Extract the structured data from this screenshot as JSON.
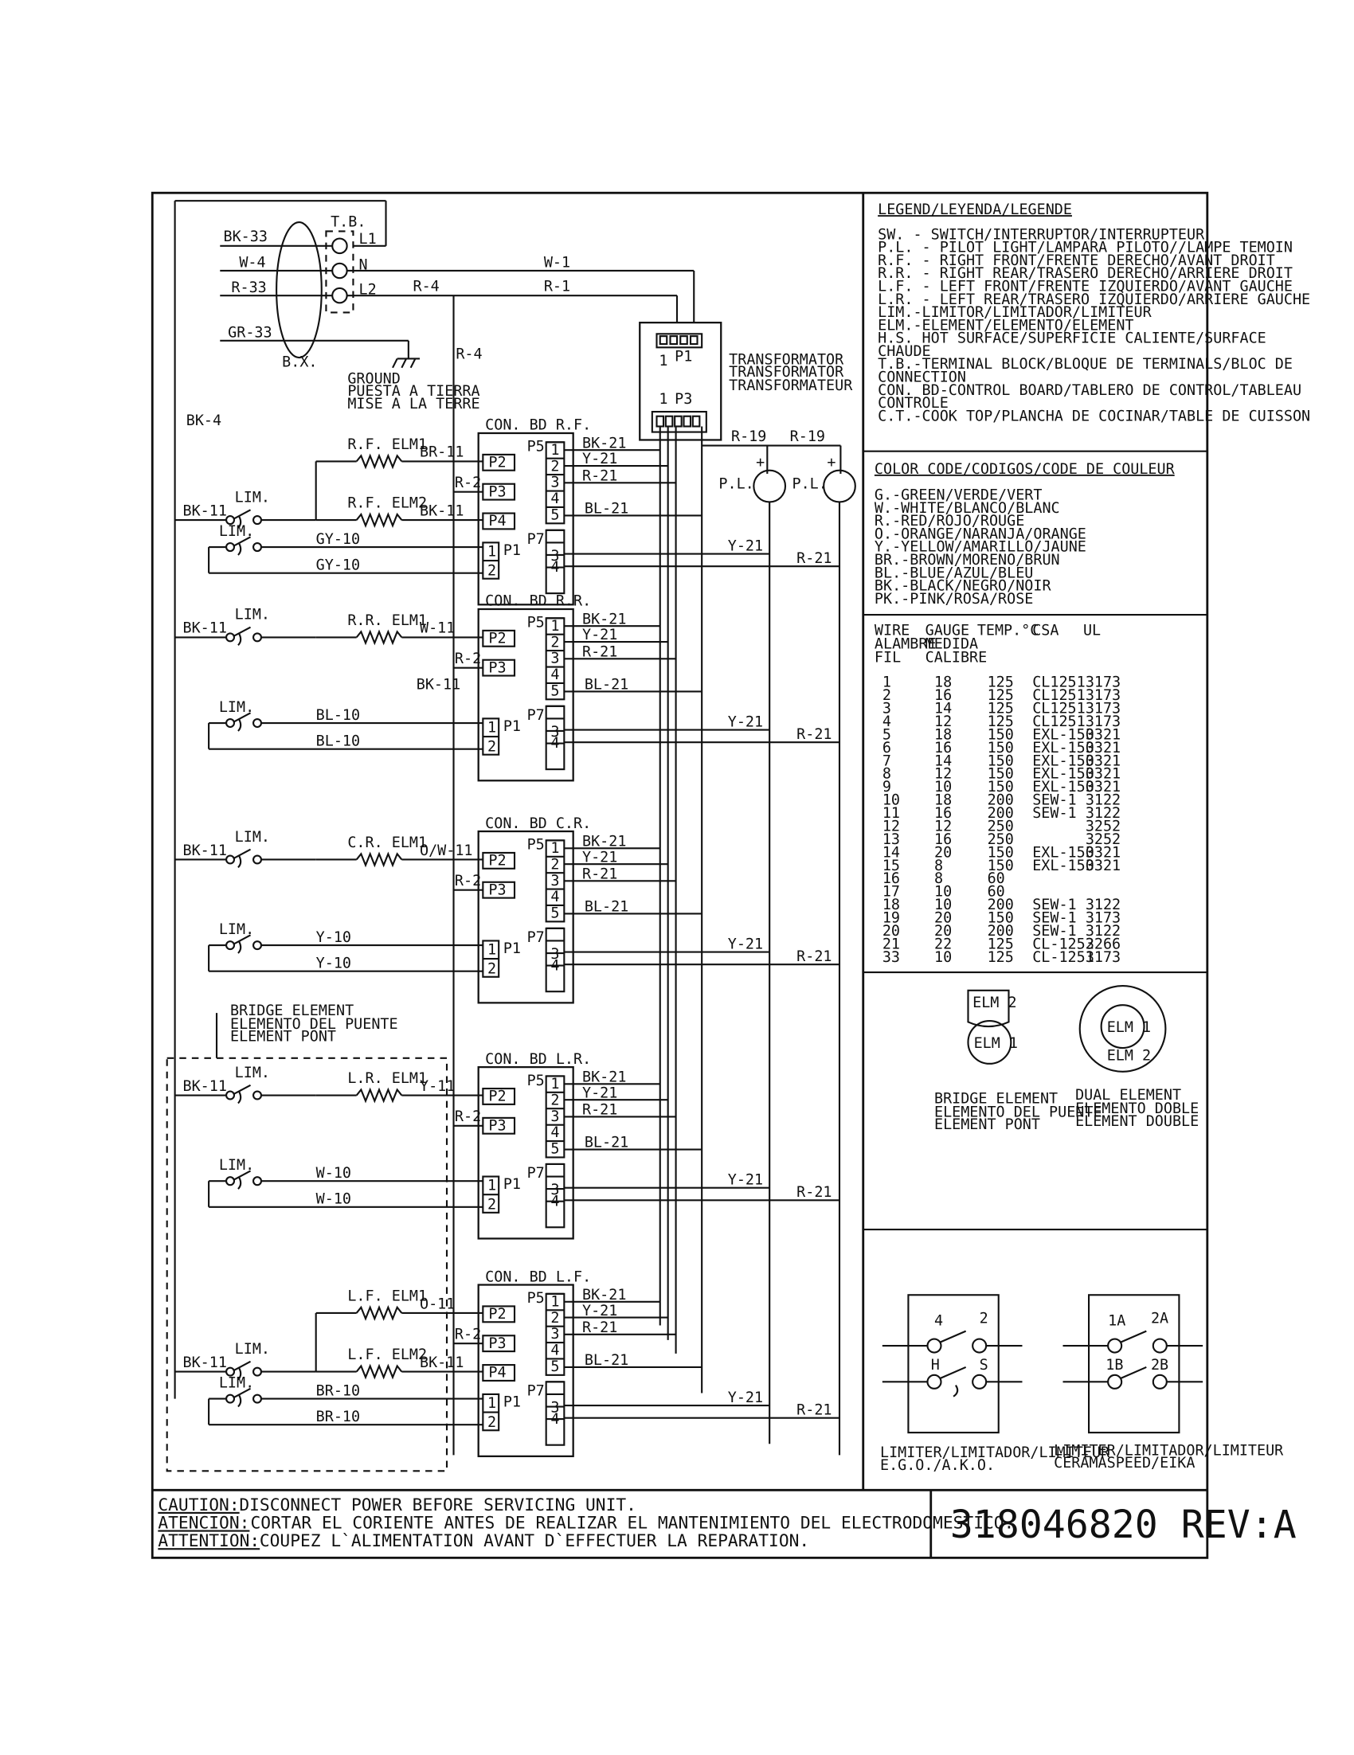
{
  "terminal_block": {
    "title": "T.B.",
    "l1": "L1",
    "n": "N",
    "l2": "L2",
    "bx": "B.X.",
    "wires": [
      "BK-33",
      "W-4",
      "R-33",
      "GR-33"
    ],
    "ground": [
      "GROUND",
      "PUESTA A TIERRA",
      "MISE A LA TERRE"
    ]
  },
  "wires_top": {
    "w1": "W-1",
    "r1": "R-1",
    "r4a": "R-4",
    "r4b": "R-4",
    "bk4": "BK-4"
  },
  "transformer": {
    "p1": "P1",
    "p3": "P3",
    "one": "1",
    "one_b": "1",
    "label": [
      "TRANSFORMATOR",
      "TRANSFORMATOR",
      "TRANSFORMATEUR"
    ]
  },
  "pilot": {
    "r19a": "R-19",
    "r19b": "R-19",
    "pl1": "P.L.",
    "pl2": "P.L.",
    "plus": "+"
  },
  "boards": [
    {
      "title": "CON. BD R.F.",
      "elm1": "R.F. ELM1",
      "elm2": "R.F. ELM2",
      "w_elm1": "BR-11",
      "w_elm2": "BK-11",
      "bk_in": "BK-11",
      "lim1": "LIM.",
      "lim2": "LIM.",
      "gy1": "GY-10",
      "gy2": "GY-10",
      "r2": "R-2",
      "p5w": [
        "BK-21",
        "Y-21",
        "R-21",
        "BL-21"
      ],
      "y21": "Y-21",
      "r21": "R-21"
    },
    {
      "title": "CON. BD R.R.",
      "elm1": "R.R. ELM1",
      "w_elm1": "W-11",
      "bk_in": "BK-11",
      "bk11b": "BK-11",
      "lim1": "LIM.",
      "lim2": "LIM.",
      "gy1": "BL-10",
      "gy2": "BL-10",
      "r2": "R-2",
      "p5w": [
        "BK-21",
        "Y-21",
        "R-21",
        "BL-21"
      ],
      "y21": "Y-21",
      "r21": "R-21"
    },
    {
      "title": "CON. BD C.R.",
      "elm1": "C.R. ELM1",
      "w_elm1": "O/W-11",
      "bk_in": "BK-11",
      "lim1": "LIM.",
      "lim2": "LIM.",
      "gy1": "Y-10",
      "gy2": "Y-10",
      "r2": "R-2",
      "p5w": [
        "BK-21",
        "Y-21",
        "R-21",
        "BL-21"
      ],
      "y21": "Y-21",
      "r21": "R-21"
    },
    {
      "title": "CON. BD L.R.",
      "elm1": "L.R. ELM1",
      "w_elm1": "Y-11",
      "bk_in": "BK-11",
      "lim1": "LIM.",
      "lim2": "LIM.",
      "gy1": "W-10",
      "gy2": "W-10",
      "r2": "R-2",
      "p5w": [
        "BK-21",
        "Y-21",
        "R-21",
        "BL-21"
      ],
      "y21": "Y-21",
      "r21": "R-21"
    },
    {
      "title": "CON. BD L.F.",
      "elm1": "L.F. ELM1",
      "elm2": "L.F. ELM2",
      "w_elm1": "O-11",
      "w_elm2": "BK-11",
      "bk_in": "BK-11",
      "lim1": "LIM.",
      "lim2": "LIM.",
      "gy1": "BR-10",
      "gy2": "BR-10",
      "r2": "R-2",
      "p5w": [
        "BK-21",
        "Y-21",
        "R-21",
        "BL-21"
      ],
      "y21": "Y-21",
      "r21": "R-21"
    }
  ],
  "pins": {
    "p1": "P1",
    "p2": "P2",
    "p3": "P3",
    "p4": "P4",
    "p5": "P5",
    "p7": "P7",
    "n1": "1",
    "n2": "2",
    "n3": "3",
    "n4": "4",
    "n5": "5"
  },
  "bridge_label": [
    "BRIDGE ELEMENT",
    "ELEMENTO DEL PUENTE",
    "ELEMENT PONT"
  ],
  "legend": {
    "title": "LEGEND/LEYENDA/LEGENDE",
    "items": [
      "SW.  - SWITCH/INTERRUPTOR/INTERRUPTEUR",
      "P.L. - PILOT LIGHT/LAMPARA PILOTO//LAMPE TEMOIN",
      "R.F. - RIGHT FRONT/FRENTE DERECHO/AVANT DROIT",
      "R.R. - RIGHT REAR/TRASERO DERECHO/ARRIERE DROIT",
      "L.F. - LEFT FRONT/FRENTE IZQUIERDO/AVANT GAUCHE",
      "L.R. - LEFT REAR/TRASERO IZQUIERDO/ARRIERE GAUCHE",
      "LIM.-LIMITOR/LIMITADOR/LIMITEUR",
      "ELM.-ELEMENT/ELEMENTO/ELEMENT",
      "H.S. HOT SURFACE/SUPERFICIE CALIENTE/SURFACE",
      "     CHAUDE",
      "T.B.-TERMINAL BLOCK/BLOQUE DE TERMINALS/BLOC DE",
      "     CONNECTION",
      "CON. BD-CONTROL BOARD/TABLERO DE CONTROL/TABLEAU",
      "     CONTROLE",
      "C.T.-COOK TOP/PLANCHA DE COCINAR/TABLE DE CUISSON"
    ]
  },
  "color_code": {
    "title": "COLOR CODE/CODIGOS/CODE DE COULEUR",
    "items": [
      "G.-GREEN/VERDE/VERT",
      "W.-WHITE/BLANCO/BLANC",
      "R.-RED/ROJO/ROUGE",
      "O.-ORANGE/NARANJA/ORANGE",
      "Y.-YELLOW/AMARILLO/JAUNE",
      "BR.-BROWN/MORENO/BRUN",
      "BL.-BLUE/AZUL/BLEU",
      "BK.-BLACK/NEGRO/NOIR",
      "PK.-PINK/ROSA/ROSE"
    ]
  },
  "wire_table": {
    "headers": [
      [
        "WIRE",
        "GAUGE",
        "TEMP.°C",
        "CSA",
        "UL"
      ],
      [
        "ALAMBRE",
        "MEDIDA",
        "",
        "",
        ""
      ],
      [
        "FIL",
        "CALIBRE",
        "",
        "",
        ""
      ]
    ],
    "rows": [
      [
        "1",
        "18",
        "125",
        "CL1251",
        "3173"
      ],
      [
        "2",
        "16",
        "125",
        "CL1251",
        "3173"
      ],
      [
        "3",
        "14",
        "125",
        "CL1251",
        "3173"
      ],
      [
        "4",
        "12",
        "125",
        "CL1251",
        "3173"
      ],
      [
        "5",
        "18",
        "150",
        "EXL-150",
        "3321"
      ],
      [
        "6",
        "16",
        "150",
        "EXL-150",
        "3321"
      ],
      [
        "7",
        "14",
        "150",
        "EXL-150",
        "3321"
      ],
      [
        "8",
        "12",
        "150",
        "EXL-150",
        "3321"
      ],
      [
        "9",
        "10",
        "150",
        "EXL-150",
        "3321"
      ],
      [
        "10",
        "18",
        "200",
        "SEW-1",
        "3122"
      ],
      [
        "11",
        "16",
        "200",
        "SEW-1",
        "3122"
      ],
      [
        "12",
        "12",
        "250",
        "",
        "3252"
      ],
      [
        "13",
        "16",
        "250",
        "",
        "3252"
      ],
      [
        "14",
        "20",
        "150",
        "EXL-150",
        "3321"
      ],
      [
        "15",
        "8",
        "150",
        "EXL-150",
        "3321"
      ],
      [
        "16",
        "8",
        "60",
        "",
        ""
      ],
      [
        "17",
        "10",
        "60",
        "",
        ""
      ],
      [
        "18",
        "10",
        "200",
        "SEW-1",
        "3122"
      ],
      [
        "19",
        "20",
        "150",
        "SEW-1",
        "3173"
      ],
      [
        "20",
        "20",
        "200",
        "SEW-1",
        "3122"
      ],
      [
        "21",
        "22",
        "125",
        "CL-1252",
        "3266"
      ],
      [
        "33",
        "10",
        "125",
        "CL-1251",
        "3173"
      ]
    ]
  },
  "elements": {
    "elm1": "ELM 1",
    "elm2": "ELM 2",
    "bridge": [
      "BRIDGE ELEMENT",
      "ELEMENTO DEL PUENTE",
      "ELEMENT PONT"
    ],
    "dual": [
      "DUAL ELEMENT",
      "ELEMENTO DOBLE",
      "ELEMENT DOUBLE"
    ]
  },
  "limiters": {
    "a": {
      "t1": "4",
      "t2": "2",
      "t3": "H",
      "t4": "S",
      "caption": [
        "LIMITER/LIMITADOR/LIMITEUR",
        "E.G.O./A.K.O."
      ]
    },
    "b": {
      "t1": "1A",
      "t2": "2A",
      "t3": "1B",
      "t4": "2B",
      "caption": [
        "LIMITER/LIMITADOR/LIMITEUR",
        "CERAMASPEED/EIKA"
      ]
    }
  },
  "footer": {
    "caution": [
      "CAUTION:",
      "DISCONNECT POWER BEFORE SERVICING UNIT."
    ],
    "atencion": [
      "ATENCION:",
      "CORTAR EL CORIENTE ANTES DE REALIZAR EL MANTENIMIENTO DEL ELECTRODOMESTICO."
    ],
    "attention": [
      "ATTENTION:",
      "COUPEZ L`ALIMENTATION AVANT D`EFFECTUER LA REPARATION."
    ],
    "part": "318046820 REV:A"
  }
}
